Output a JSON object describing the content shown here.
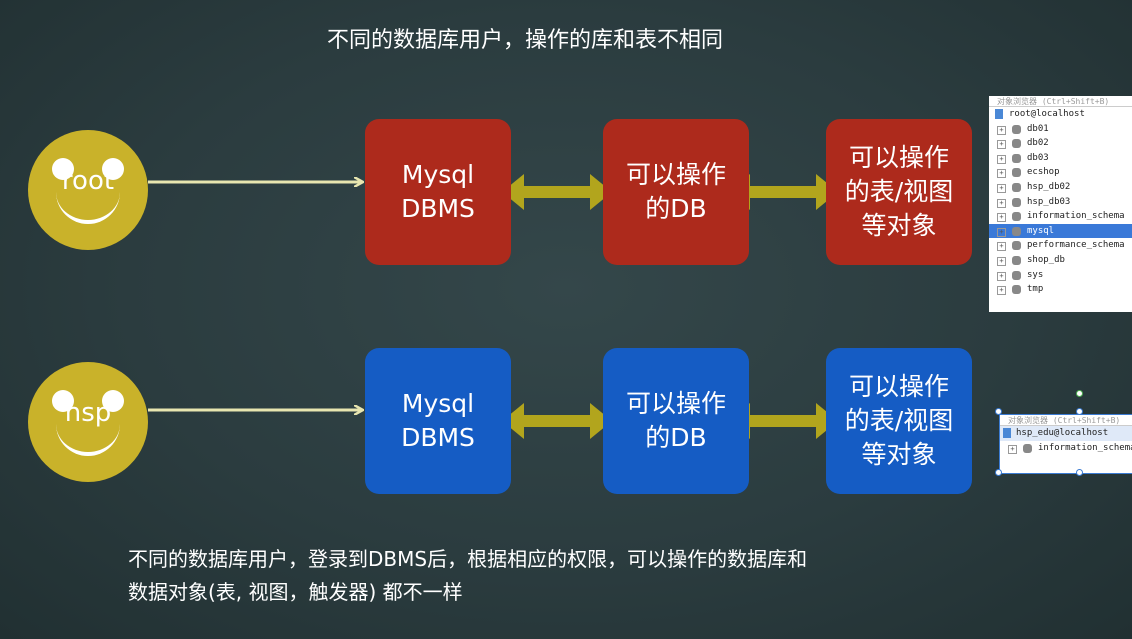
{
  "title": "不同的数据库用户，操作的库和表不相同",
  "users": [
    {
      "name": "root",
      "dbms": "Mysql\nDBMS",
      "db": "可以操作\n的DB",
      "objects": "可以操作\n的表/视图\n等对象",
      "color": "#ad2a1c"
    },
    {
      "name": "hsp",
      "dbms": "Mysql\nDBMS",
      "db": "可以操作\n的DB",
      "objects": "可以操作\n的表/视图\n等对象",
      "color": "#155cc4"
    }
  ],
  "root_panel": {
    "header": "对象浏览器 (Ctrl+Shift+B)",
    "connection": "root@localhost",
    "databases": [
      "db01",
      "db02",
      "db03",
      "ecshop",
      "hsp_db02",
      "hsp_db03",
      "information_schema",
      "mysql",
      "performance_schema",
      "shop_db",
      "sys",
      "tmp"
    ],
    "selected": "mysql"
  },
  "hsp_panel": {
    "header": "对象浏览器 (Ctrl+Shift+B)",
    "connection": "hsp_edu@localhost",
    "databases": [
      "information_schema"
    ]
  },
  "colors": {
    "face": "#c9b22a",
    "arrow": "#b2a51d",
    "link": "#e8e6b0"
  },
  "footer": "不同的数据库用户，登录到DBMS后，根据相应的权限，可以操作的数据库和\n数据对象(表, 视图，触发器) 都不一样"
}
